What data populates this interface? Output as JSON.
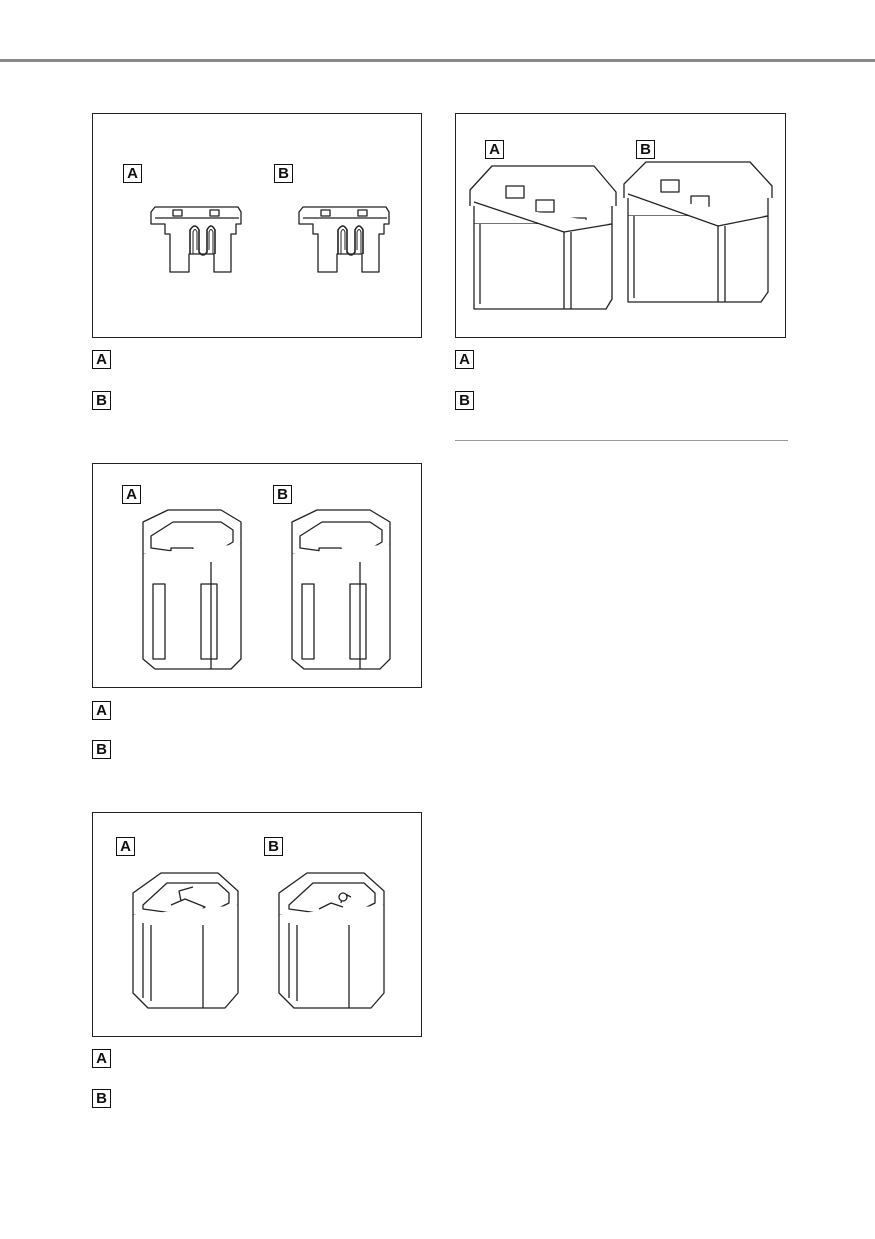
{
  "figures": [
    {
      "id": "fig1",
      "type": "blade fuse",
      "labels": [
        "A",
        "B"
      ]
    },
    {
      "id": "fig2",
      "type": "cartridge fuse",
      "labels": [
        "A",
        "B"
      ]
    },
    {
      "id": "fig3",
      "type": "cube fuse",
      "labels": [
        "A",
        "B"
      ]
    },
    {
      "id": "fig4",
      "type": "open cube fuse",
      "labels": [
        "A",
        "B"
      ]
    }
  ],
  "legends": {
    "fig1": [
      {
        "key": "A",
        "text": ""
      },
      {
        "key": "B",
        "text": ""
      }
    ],
    "fig2": [
      {
        "key": "A",
        "text": ""
      },
      {
        "key": "B",
        "text": ""
      }
    ],
    "fig3": [
      {
        "key": "A",
        "text": ""
      },
      {
        "key": "B",
        "text": ""
      }
    ],
    "fig4": [
      {
        "key": "A",
        "text": ""
      },
      {
        "key": "B",
        "text": ""
      }
    ]
  }
}
